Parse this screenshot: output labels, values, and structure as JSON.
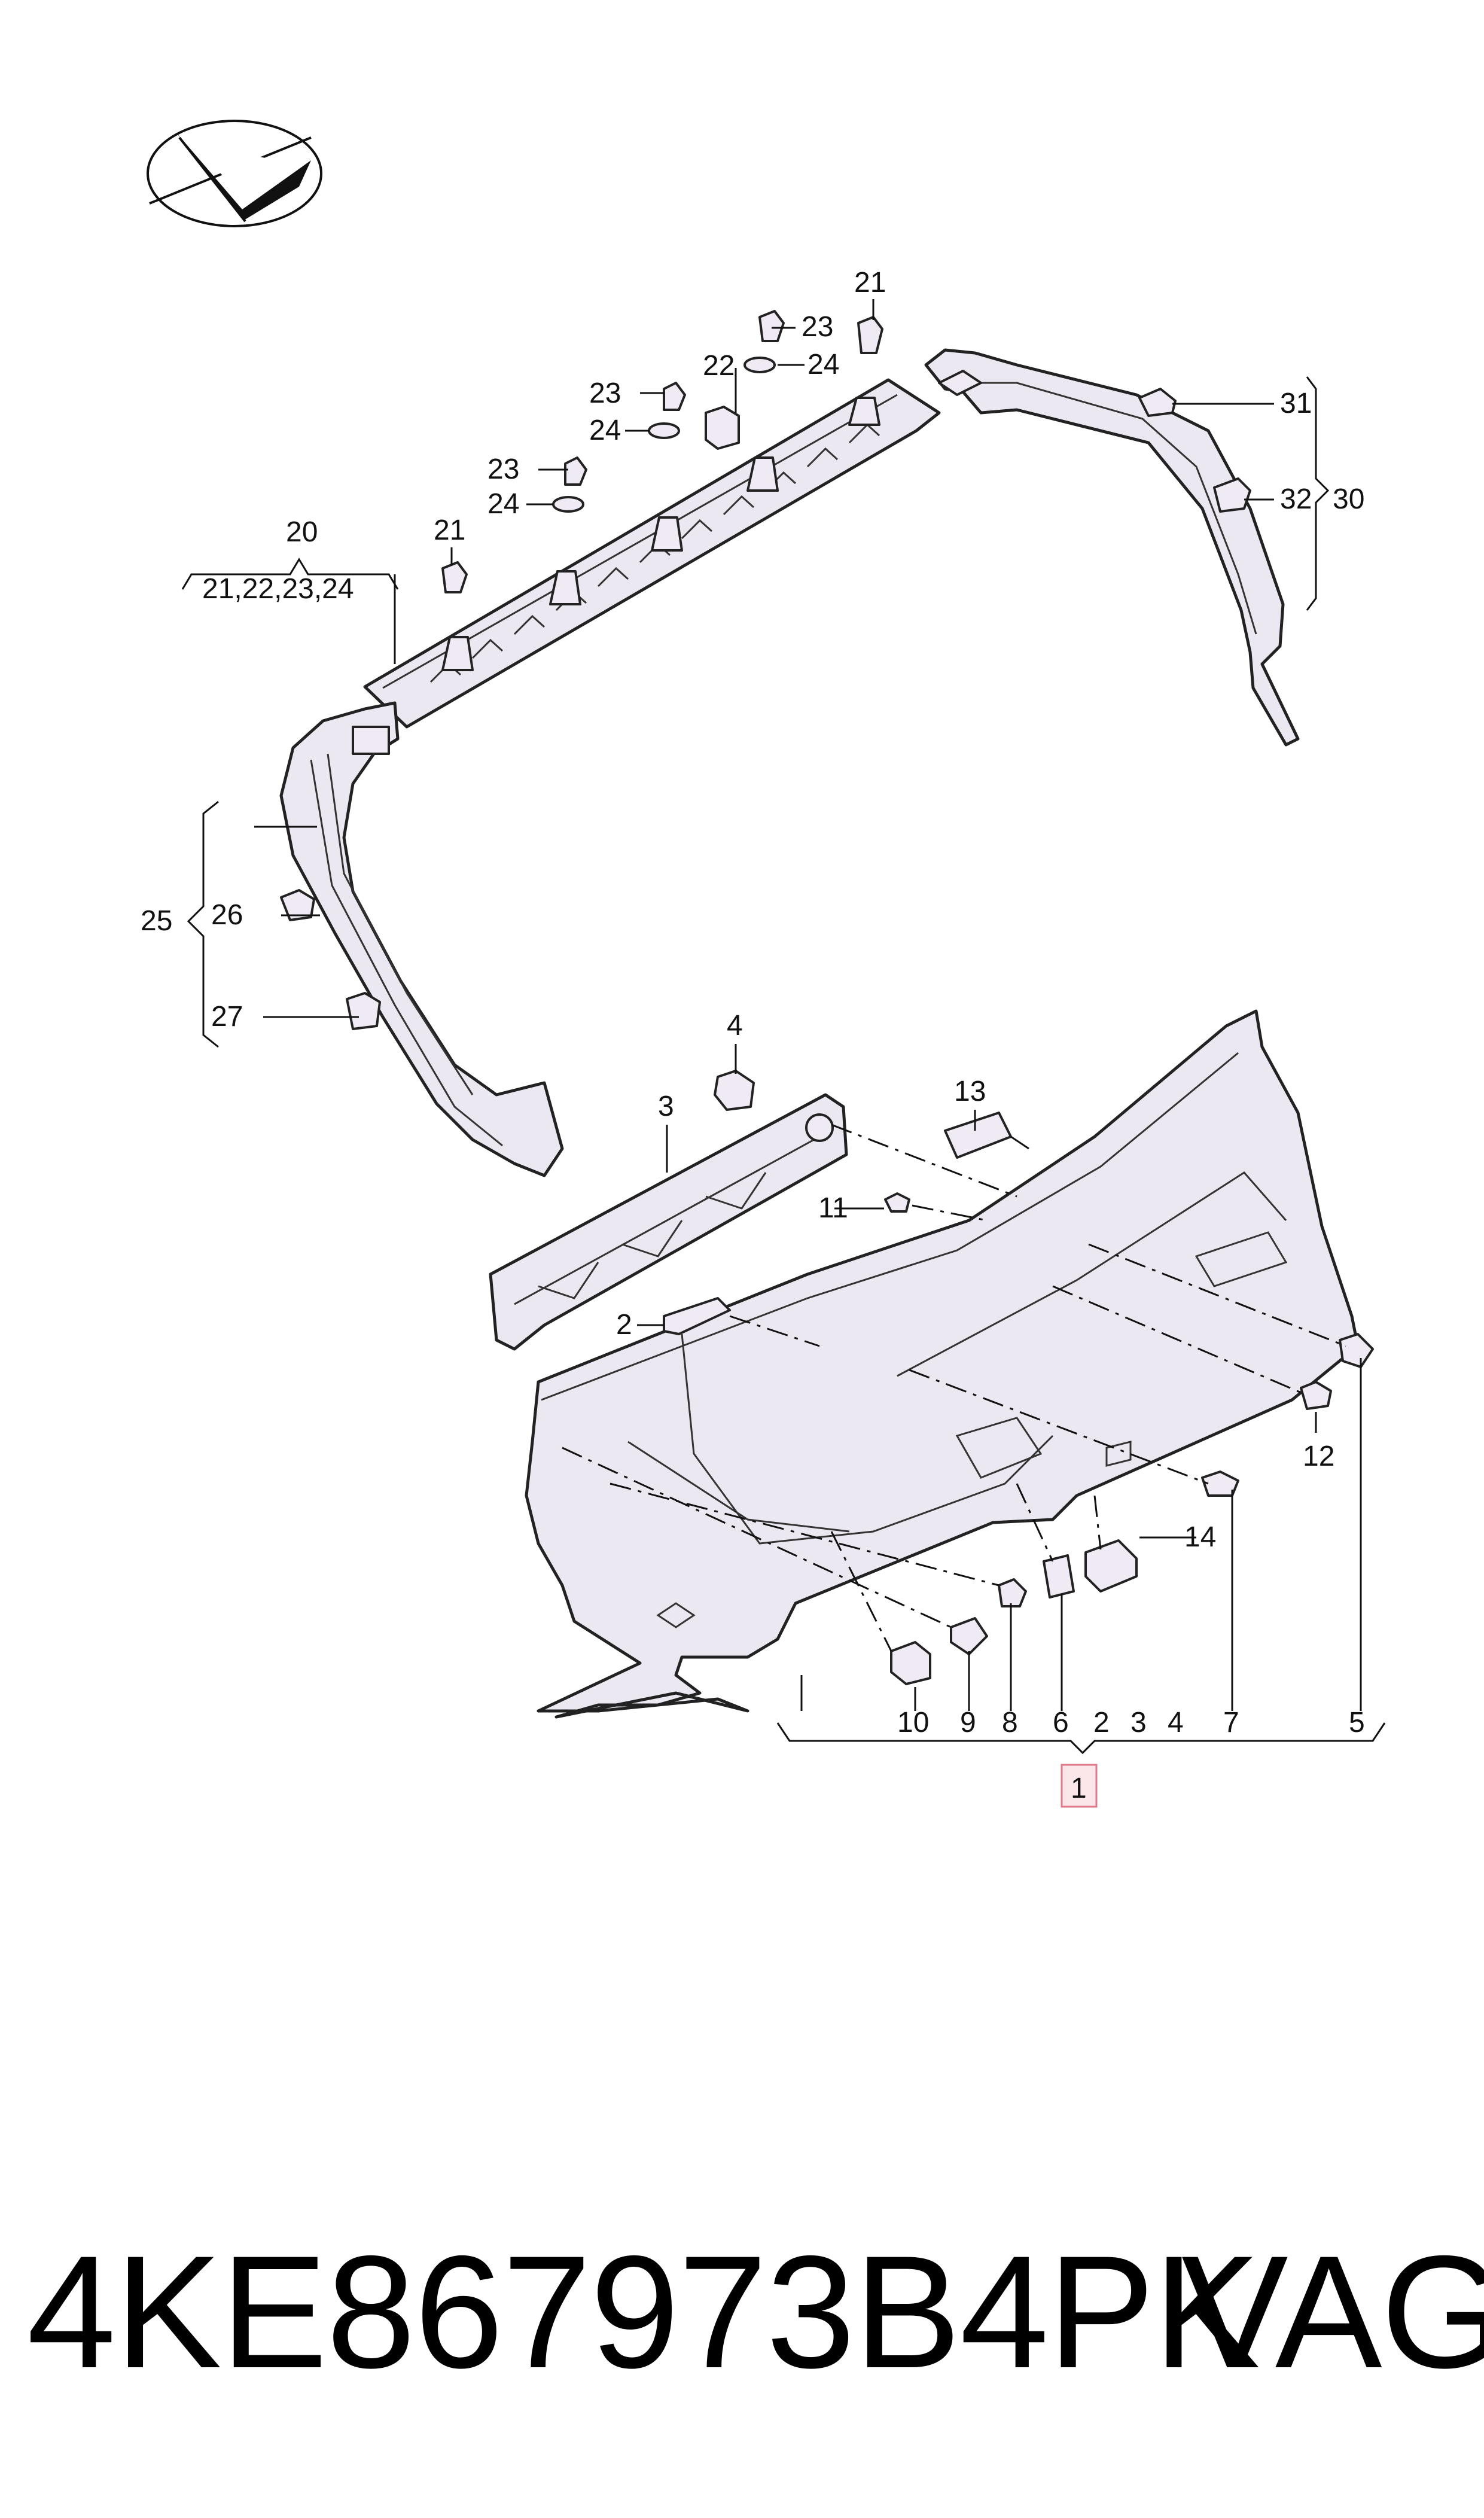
{
  "callouts": {
    "c1": "1",
    "c2a": "2",
    "c2b": "2",
    "c3a": "3",
    "c3b": "3",
    "c4a": "4",
    "c4b": "4",
    "c5": "5",
    "c6": "6",
    "c7": "7",
    "c8": "8",
    "c9": "9",
    "c10": "10",
    "c11": "11",
    "c12": "12",
    "c13": "13",
    "c14": "14",
    "c20": "20",
    "c20list": "21,22,23,24",
    "c21a": "21",
    "c21b": "21",
    "c22": "22",
    "c23a": "23",
    "c23b": "23",
    "c23c": "23",
    "c24a": "24",
    "c24b": "24",
    "c24c": "24",
    "c25": "25",
    "c26": "26",
    "c27": "27",
    "c30": "30",
    "c31": "31",
    "c32": "32"
  },
  "footer": {
    "part_number": "4KE867973B4PK",
    "brand": "VAG"
  },
  "colors": {
    "part_fill": "#ece8f1",
    "highlight_fill": "#fbe6ea",
    "highlight_stroke": "#e07a88"
  }
}
